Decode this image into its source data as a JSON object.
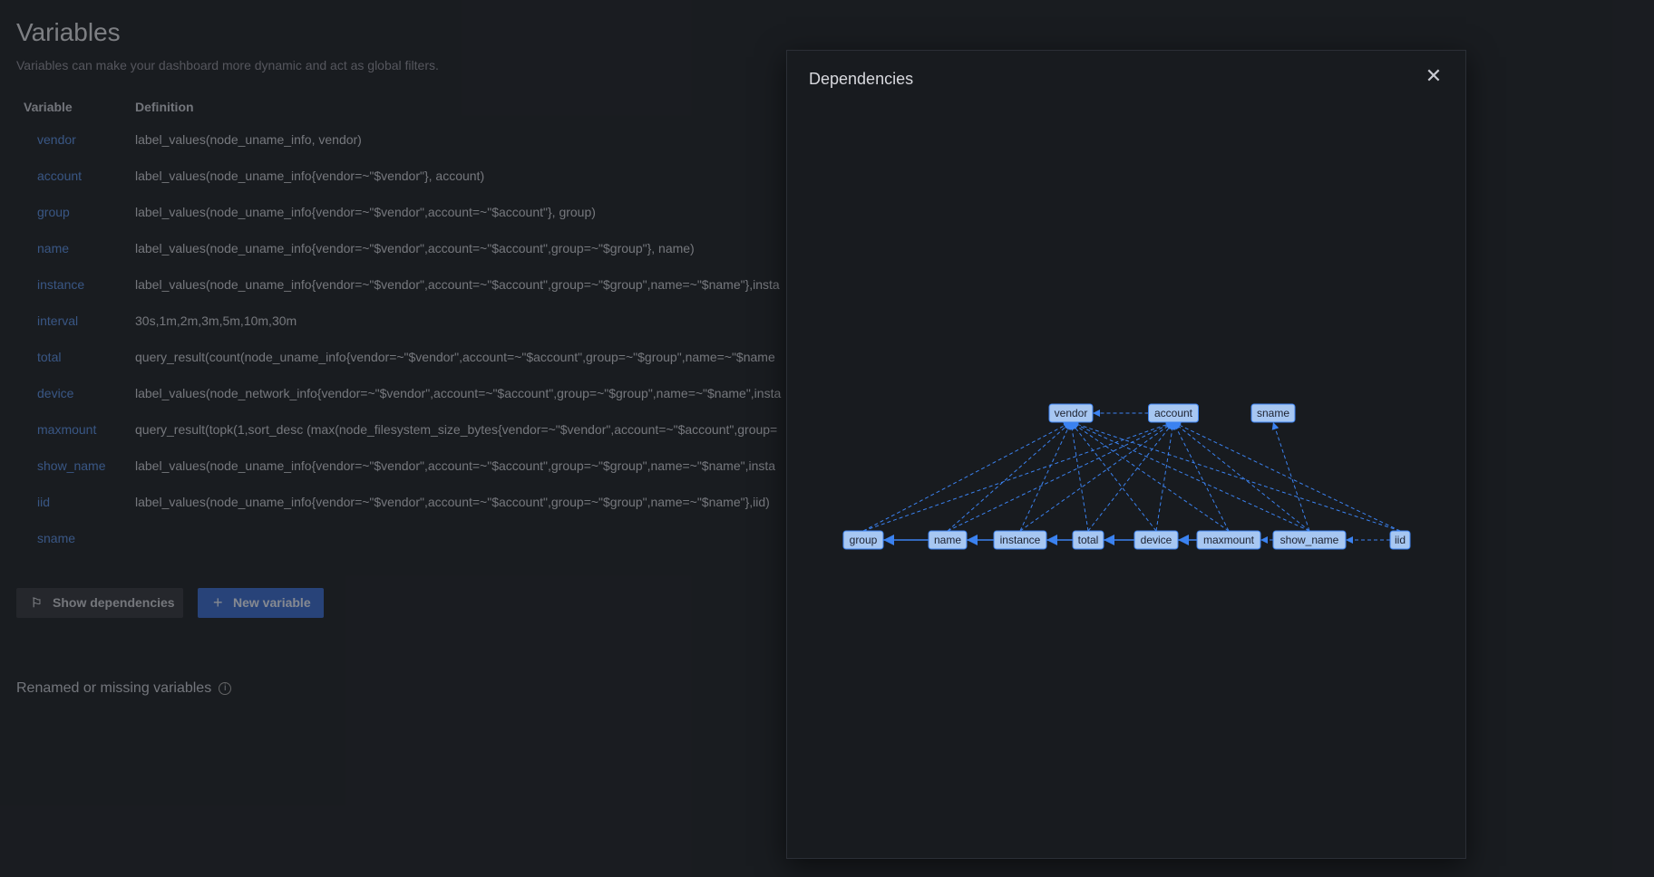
{
  "page": {
    "title": "Variables",
    "subtitle": "Variables can make your dashboard more dynamic and act as global filters.",
    "columns": {
      "variable": "Variable",
      "definition": "Definition"
    },
    "variables": [
      {
        "name": "vendor",
        "definition": "label_values(node_uname_info, vendor)"
      },
      {
        "name": "account",
        "definition": "label_values(node_uname_info{vendor=~\"$vendor\"}, account)"
      },
      {
        "name": "group",
        "definition": "label_values(node_uname_info{vendor=~\"$vendor\",account=~\"$account\"}, group)"
      },
      {
        "name": "name",
        "definition": "label_values(node_uname_info{vendor=~\"$vendor\",account=~\"$account\",group=~\"$group\"}, name)"
      },
      {
        "name": "instance",
        "definition": "label_values(node_uname_info{vendor=~\"$vendor\",account=~\"$account\",group=~\"$group\",name=~\"$name\"},insta"
      },
      {
        "name": "interval",
        "definition": "30s,1m,2m,3m,5m,10m,30m"
      },
      {
        "name": "total",
        "definition": "query_result(count(node_uname_info{vendor=~\"$vendor\",account=~\"$account\",group=~\"$group\",name=~\"$name"
      },
      {
        "name": "device",
        "definition": "label_values(node_network_info{vendor=~\"$vendor\",account=~\"$account\",group=~\"$group\",name=~\"$name\",insta"
      },
      {
        "name": "maxmount",
        "definition": "query_result(topk(1,sort_desc (max(node_filesystem_size_bytes{vendor=~\"$vendor\",account=~\"$account\",group="
      },
      {
        "name": "show_name",
        "definition": "label_values(node_uname_info{vendor=~\"$vendor\",account=~\"$account\",group=~\"$group\",name=~\"$name\",insta"
      },
      {
        "name": "iid",
        "definition": "label_values(node_uname_info{vendor=~\"$vendor\",account=~\"$account\",group=~\"$group\",name=~\"$name\"},iid)"
      },
      {
        "name": "sname",
        "definition": ""
      }
    ],
    "buttons": {
      "show_dependencies": "Show dependencies",
      "new_variable": "New variable"
    },
    "renamed_label": "Renamed or missing variables"
  },
  "modal": {
    "title": "Dependencies",
    "close_icon": "close-icon",
    "nodes": [
      "vendor",
      "account",
      "sname",
      "group",
      "name",
      "instance",
      "total",
      "device",
      "maxmount",
      "show_name",
      "iid"
    ],
    "edges": [
      [
        "account",
        "vendor",
        "dashed"
      ],
      [
        "group",
        "vendor",
        "dashed"
      ],
      [
        "group",
        "account",
        "dashed"
      ],
      [
        "name",
        "vendor",
        "dashed"
      ],
      [
        "name",
        "account",
        "dashed"
      ],
      [
        "name",
        "group",
        "solid"
      ],
      [
        "instance",
        "vendor",
        "dashed"
      ],
      [
        "instance",
        "account",
        "dashed"
      ],
      [
        "instance",
        "name",
        "solid"
      ],
      [
        "total",
        "vendor",
        "dashed"
      ],
      [
        "total",
        "account",
        "dashed"
      ],
      [
        "total",
        "instance",
        "solid"
      ],
      [
        "device",
        "vendor",
        "dashed"
      ],
      [
        "device",
        "account",
        "dashed"
      ],
      [
        "device",
        "total",
        "solid"
      ],
      [
        "maxmount",
        "vendor",
        "dashed"
      ],
      [
        "maxmount",
        "account",
        "dashed"
      ],
      [
        "maxmount",
        "device",
        "solid"
      ],
      [
        "show_name",
        "vendor",
        "dashed"
      ],
      [
        "show_name",
        "account",
        "dashed"
      ],
      [
        "show_name",
        "maxmount",
        "dashed"
      ],
      [
        "show_name",
        "sname",
        "dashed"
      ],
      [
        "iid",
        "vendor",
        "dashed"
      ],
      [
        "iid",
        "account",
        "dashed"
      ],
      [
        "iid",
        "show_name",
        "dashed"
      ]
    ],
    "colors": {
      "node_fill": "#a7c7f2",
      "edge": "#3b82f0"
    }
  }
}
